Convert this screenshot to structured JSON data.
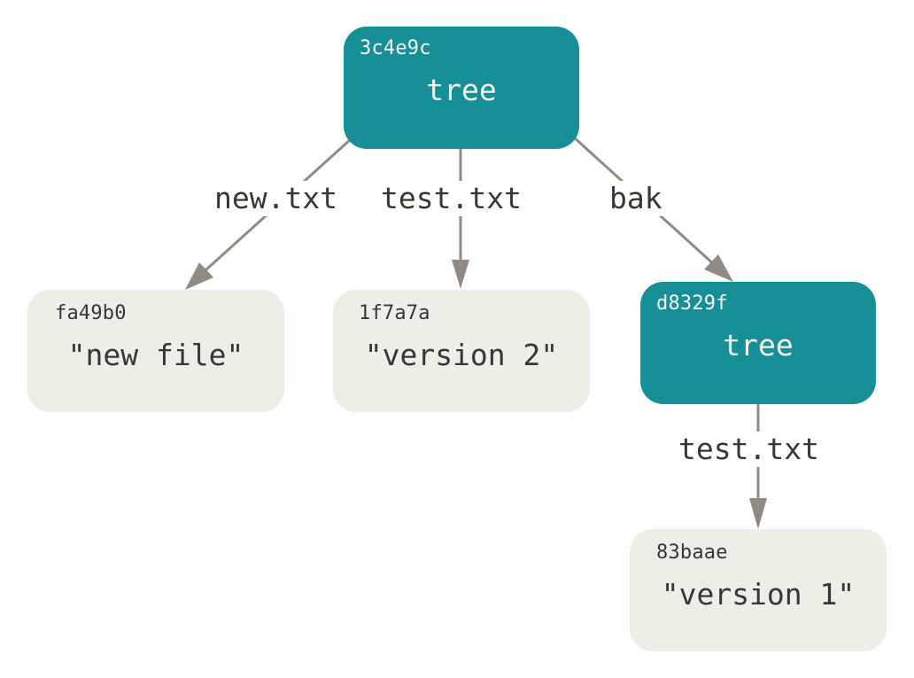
{
  "colors": {
    "tree_fill": "#168f96",
    "tree_text": "#f4f4ef",
    "blob_fill": "#eeede6",
    "blob_text": "#3a3631",
    "edge": "#8f8a82"
  },
  "nodes": {
    "root_tree": {
      "hash": "3c4e9c",
      "label": "tree"
    },
    "blob_new": {
      "hash": "fa49b0",
      "label": "\"new file\""
    },
    "blob_v2": {
      "hash": "1f7a7a",
      "label": "\"version 2\""
    },
    "bak_tree": {
      "hash": "d8329f",
      "label": "tree"
    },
    "blob_v1": {
      "hash": "83baae",
      "label": "\"version 1\""
    }
  },
  "edges": {
    "root_to_new": "new.txt",
    "root_to_v2": "test.txt",
    "root_to_bak": "bak",
    "bak_to_v1": "test.txt"
  }
}
